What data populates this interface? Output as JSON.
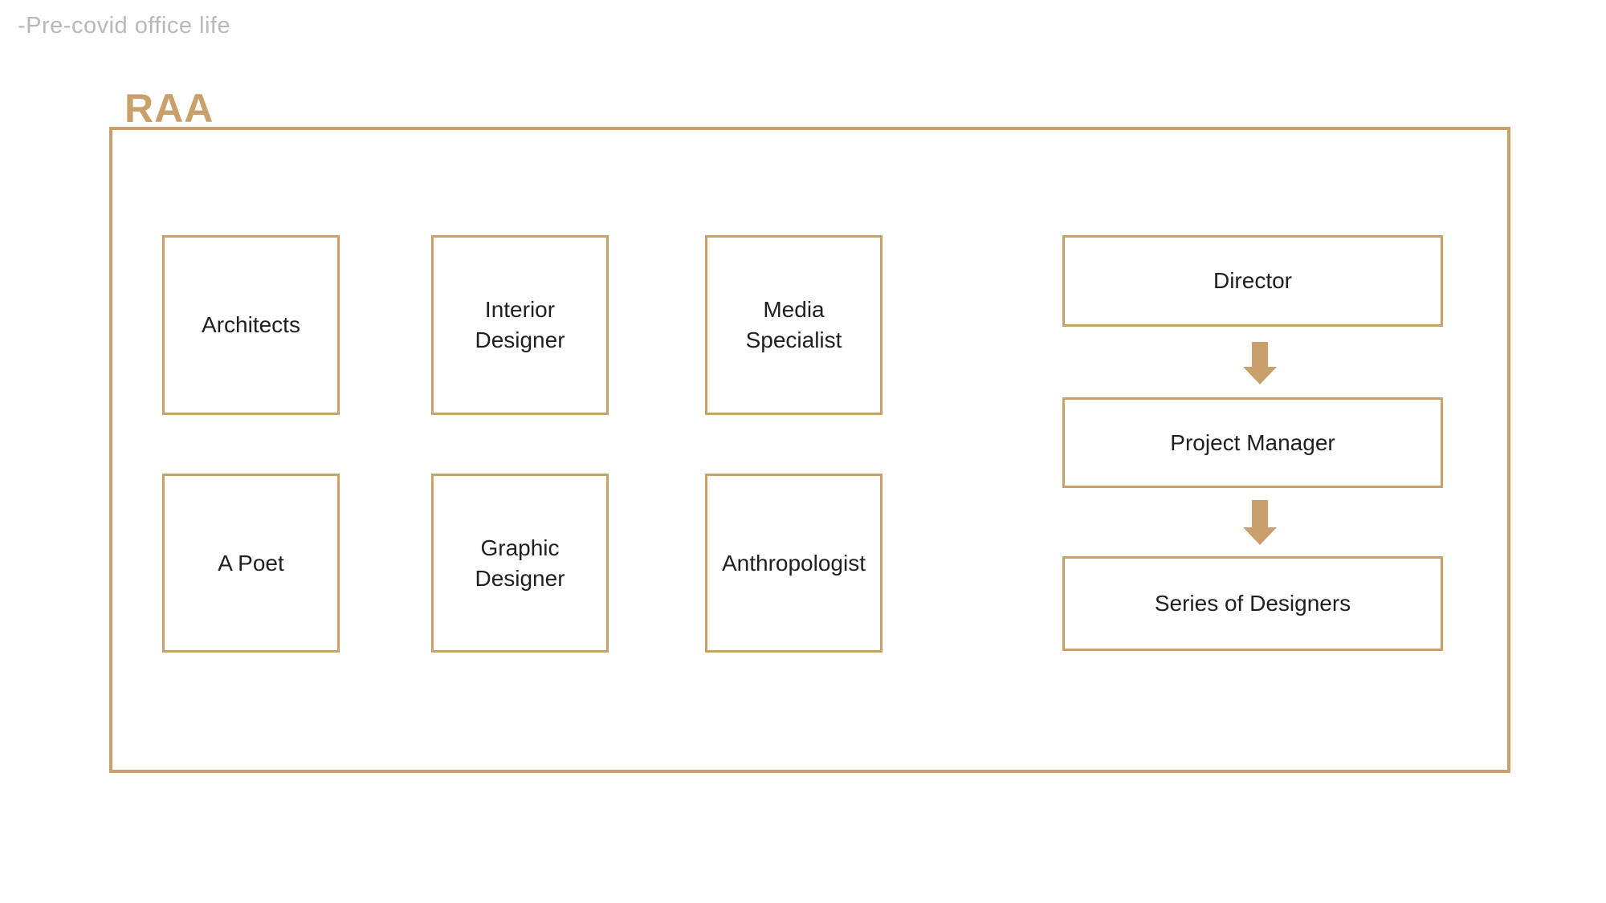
{
  "slide": {
    "caption": "-Pre-covid office life",
    "title": "RAA"
  },
  "team_grid": {
    "boxes": [
      {
        "label": "Architects"
      },
      {
        "label": "Interior\nDesigner"
      },
      {
        "label": "Media\nSpecialist"
      },
      {
        "label": "A Poet"
      },
      {
        "label": "Graphic\nDesigner"
      },
      {
        "label": "Anthropologist"
      }
    ]
  },
  "hierarchy": {
    "levels": [
      {
        "label": "Director"
      },
      {
        "label": "Project Manager"
      },
      {
        "label": "Series of Designers"
      }
    ],
    "connector_icon": "down-arrow-icon"
  },
  "colors": {
    "accent_tan": "#c9a06c",
    "caption_gray": "#b8b8b8",
    "text_dark": "#1f1f1f",
    "background": "#ffffff"
  }
}
